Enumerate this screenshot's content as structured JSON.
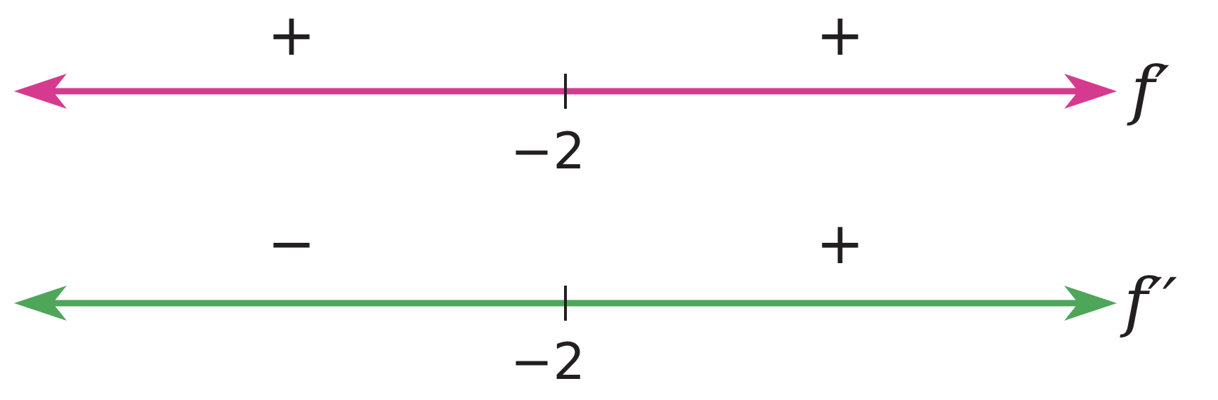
{
  "sign_charts": [
    {
      "function_label": "f′",
      "color": "#d63a8e",
      "critical_point": "−2",
      "left_sign": "+",
      "right_sign": "+"
    },
    {
      "function_label": "f′′",
      "color": "#4ea65a",
      "critical_point": "−2",
      "left_sign": "−",
      "right_sign": "+"
    }
  ]
}
